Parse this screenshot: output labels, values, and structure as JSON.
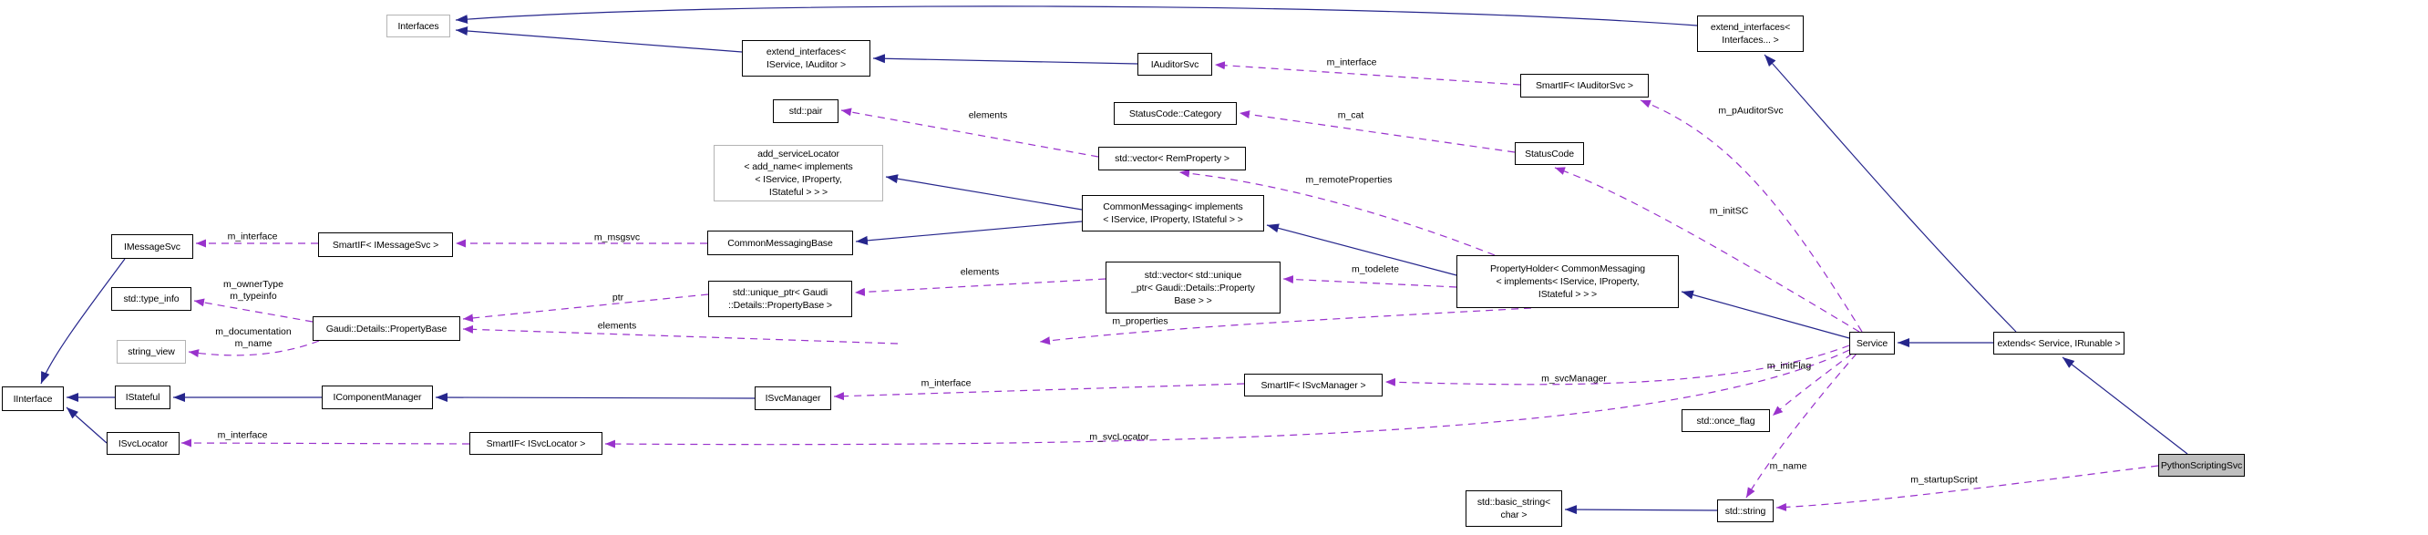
{
  "diagram": {
    "colors": {
      "inheritance_edge": "#26268c",
      "usage_edge": "#9932cc",
      "node_border": "#000000",
      "undocumented_border": "#b4b4b4",
      "node_fill": "#ffffff",
      "highlight_fill": "#bfbfbf",
      "background": "#ffffff"
    },
    "nodes": {
      "interfaces": {
        "label": "Interfaces"
      },
      "extend_if_svc_auditor": {
        "label": "extend_interfaces<\nIService, IAuditor >"
      },
      "iauditorsvc": {
        "label": "IAuditorSvc"
      },
      "smartif_iauditorsvc": {
        "label": "SmartIF< IAuditorSvc >"
      },
      "extend_if_interfaces": {
        "label": "extend_interfaces<\nInterfaces... >"
      },
      "std_pair": {
        "label": "std::pair"
      },
      "statuscode_category": {
        "label": "StatusCode::Category"
      },
      "vector_remproperty": {
        "label": "std::vector< RemProperty >"
      },
      "statuscode": {
        "label": "StatusCode"
      },
      "add_servicelocator": {
        "label": "add_serviceLocator\n< add_name< implements\n< IService, IProperty,\nIStateful > > >"
      },
      "commonmessaging": {
        "label": "CommonMessaging< implements\n< IService, IProperty, IStateful > >"
      },
      "commonmessagingbase": {
        "label": "CommonMessagingBase"
      },
      "smartif_imessagesvc": {
        "label": "SmartIF< IMessageSvc >"
      },
      "imessagesvc": {
        "label": "IMessageSvc"
      },
      "std_type_info": {
        "label": "std::type_info"
      },
      "string_view": {
        "label": "string_view"
      },
      "propertybase": {
        "label": "Gaudi::Details::PropertyBase"
      },
      "unique_ptr": {
        "label": "std::unique_ptr< Gaudi\n::Details::PropertyBase >"
      },
      "vector_unique_ptr": {
        "label": "std::vector< std::unique\n_ptr< Gaudi::Details::Property\nBase > >"
      },
      "propertyholder": {
        "label": "PropertyHolder< CommonMessaging\n< implements< IService, IProperty,\nIStateful > > >"
      },
      "service": {
        "label": "Service"
      },
      "extends_svc_irunable": {
        "label": "extends< Service, IRunable >"
      },
      "pythonscriptingsvc": {
        "label": "PythonScriptingSvc"
      },
      "once_flag": {
        "label": "std::once_flag"
      },
      "smartif_isvcmanager": {
        "label": "SmartIF< ISvcManager >"
      },
      "isvcmanager": {
        "label": "ISvcManager"
      },
      "icomponentmanager": {
        "label": "IComponentManager"
      },
      "istateful": {
        "label": "IStateful"
      },
      "iinterface": {
        "label": "IInterface"
      },
      "isvclocator": {
        "label": "ISvcLocator"
      },
      "smartif_isvclocator": {
        "label": "SmartIF< ISvcLocator >"
      },
      "basic_string": {
        "label": "std::basic_string<\nchar >"
      },
      "std_string": {
        "label": "std::string"
      }
    },
    "edge_labels": {
      "m_interface": "m_interface",
      "m_pAuditorSvc": "m_pAuditorSvc",
      "elements": "elements",
      "m_cat": "m_cat",
      "m_remoteProperties": "m_remoteProperties",
      "m_initSC": "m_initSC",
      "m_msgsvc": "m_msgsvc",
      "m_ownerType_typeinfo": "m_ownerType\nm_typeinfo",
      "m_documentation_name": "m_documentation\nm_name",
      "ptr": "ptr",
      "m_todelete": "m_todelete",
      "m_properties": "m_properties",
      "m_svcManager": "m_svcManager",
      "m_initFlag": "m_initFlag",
      "m_svcLocator": "m_svcLocator",
      "m_name": "m_name",
      "m_startupScript": "m_startupScript"
    }
  }
}
